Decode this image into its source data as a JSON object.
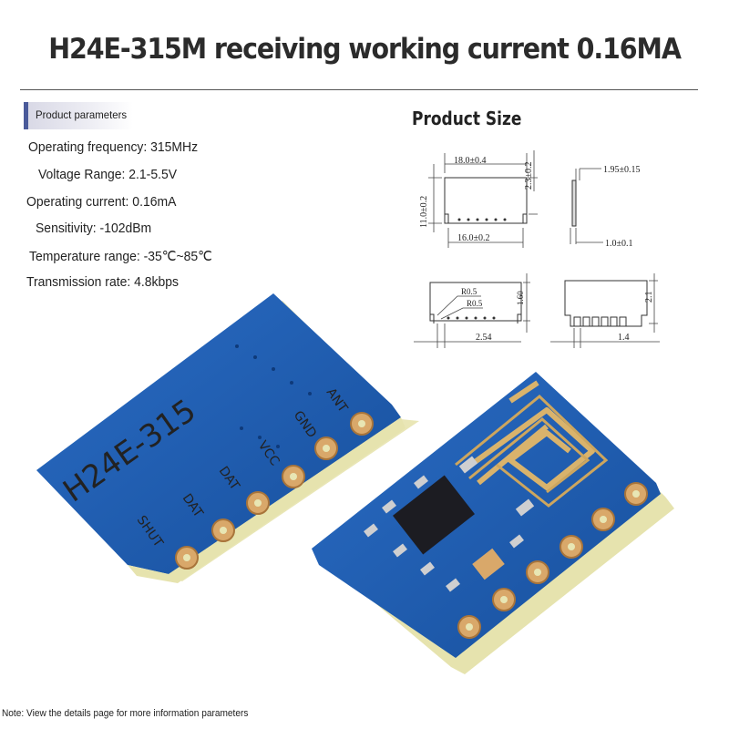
{
  "title": "H24E-315M receiving working current 0.16MA",
  "params": {
    "heading": "Product parameters",
    "items": [
      "Operating frequency: 315MHz",
      "Voltage Range: 2.1-5.5V",
      "Operating current: 0.16mA",
      "Sensitivity: -102dBm",
      "Temperature range: -35℃~85℃",
      "Transmission rate: 4.8kbps"
    ]
  },
  "size": {
    "heading": "Product Size",
    "dims": {
      "width_top": "18.0±0.4",
      "height_left": "11.0±0.2",
      "width_bottom": "16.0±0.2",
      "notch_h": "2.3±0.2",
      "thickness": "1.95±0.15",
      "pin_t": "1.0±0.1",
      "radius_1": "R0.5",
      "radius_2": "R0.5",
      "pin_h": "1.60",
      "pitch": "2.54",
      "side_h": "2.1",
      "side_pitch": "1.4"
    }
  },
  "board_left": {
    "model": "H24E-315",
    "pins": [
      "SHUT",
      "DAT",
      "DAT",
      "VCC",
      "GND",
      "ANT"
    ]
  },
  "note": "Note: View the details page for more information parameters",
  "colors": {
    "pcb": "#1f5fb4",
    "pad": "#d9a86a",
    "edge": "#e8e6b4"
  }
}
